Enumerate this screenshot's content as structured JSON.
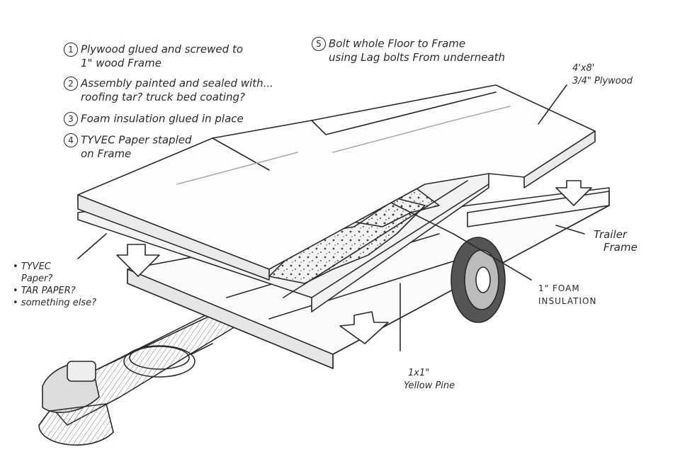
{
  "steps": [
    {
      "num": "1",
      "line1": "Plywood glued and screwed to",
      "line2": "1\" wood Frame"
    },
    {
      "num": "2",
      "line1": "Assembly painted and sealed with...",
      "line2": "roofing tar? truck bed coating?"
    },
    {
      "num": "3",
      "line1": "Foam insulation glued in place",
      "line2": ""
    },
    {
      "num": "4",
      "line1": "TYVEC Paper stapled",
      "line2": "on Frame"
    },
    {
      "num": "5",
      "line1": "Bolt whole Floor to Frame",
      "line2": "using Lag bolts From underneath"
    }
  ],
  "labels": {
    "plywood_size": "4'x8'",
    "plywood_thickness": "3/4\" Plywood",
    "trailer_frame_1": "Trailer",
    "trailer_frame_2": "Frame",
    "foam_1": "1\" FOAM",
    "foam_2": "INSULATION",
    "pine_1": "1x1\"",
    "pine_2": "Yellow Pine",
    "paper_1": "• TYVEC",
    "paper_2": "Paper?",
    "paper_3": "• TAR PAPER?",
    "paper_4": "• something else?"
  },
  "colors": {
    "ink": "#2a2a2a",
    "paper": "#ffffff",
    "shade": "#9a9a9a"
  }
}
